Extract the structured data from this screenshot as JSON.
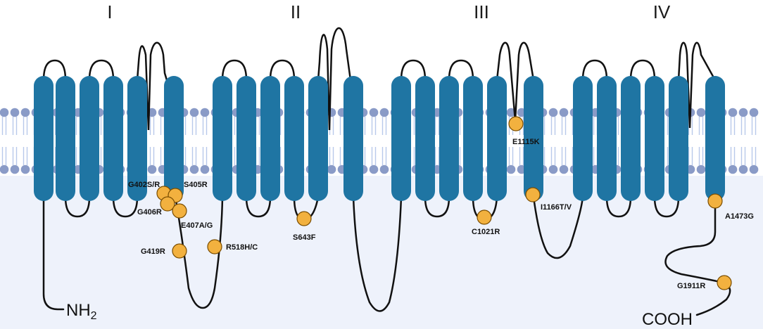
{
  "diagram": {
    "domains": [
      "I",
      "II",
      "III",
      "IV"
    ],
    "termini": {
      "n_terminus": "NH",
      "n_terminus_sub": "2",
      "c_terminus": "COOH"
    },
    "mutations": [
      "G402S/R",
      "S405R",
      "G406R",
      "E407A/G",
      "G419R",
      "R518H/C",
      "S643F",
      "C1021R",
      "E1115K",
      "I1166T/V",
      "A1473G",
      "G1911R"
    ],
    "colors": {
      "helix": "#1f75a3",
      "mutation": "#f2b13f",
      "mutation_outline": "#7a4d00",
      "lipid_head": "#8a9bc7",
      "lipid_tail": "#b8c9ea",
      "cytoplasm": "#eef2fb",
      "chain": "#111111"
    }
  }
}
